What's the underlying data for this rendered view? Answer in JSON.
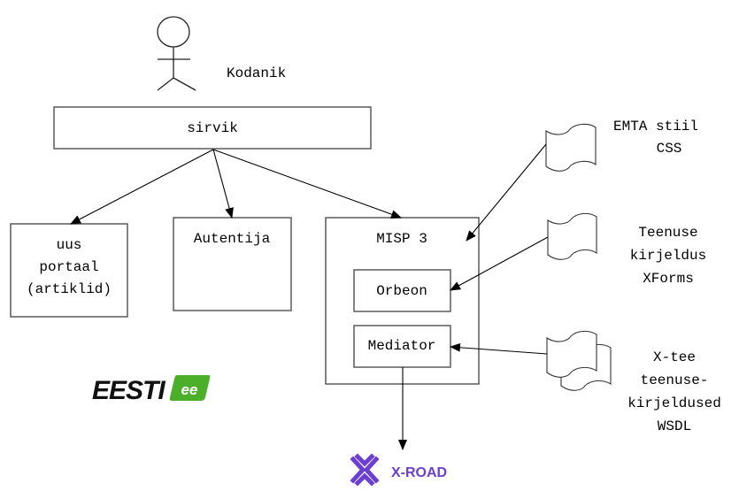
{
  "actor": {
    "label": "Kodanik"
  },
  "nodes": {
    "browser": {
      "label": "sirvik"
    },
    "portal": {
      "lines": [
        "uus",
        "portaal",
        "(artiklid)"
      ]
    },
    "authenticator": {
      "label": "Autentija"
    },
    "misp": {
      "label": "MISP 3"
    },
    "orbeon": {
      "label": "Orbeon"
    },
    "mediator": {
      "label": "Mediator"
    }
  },
  "documents": {
    "css": {
      "lines": [
        "EMTA stiil",
        "CSS"
      ]
    },
    "xforms": {
      "lines": [
        "Teenuse",
        "kirjeldus",
        "XForms"
      ]
    },
    "wsdl": {
      "lines": [
        "X-tee",
        "teenuse-",
        "kirjeldused",
        "WSDL"
      ]
    }
  },
  "logos": {
    "eesti": {
      "text": "EESTI",
      "badge": "ee",
      "color": "#4caf29"
    },
    "xroad": {
      "text": "X-ROAD",
      "color": "#6a3fd1"
    }
  },
  "edges": [
    {
      "from": "sirvik",
      "to": "uus portaal"
    },
    {
      "from": "sirvik",
      "to": "Autentija"
    },
    {
      "from": "sirvik",
      "to": "MISP 3"
    },
    {
      "from": "EMTA stiil CSS",
      "to": "MISP 3"
    },
    {
      "from": "Teenuse kirjeldus XForms",
      "to": "Orbeon"
    },
    {
      "from": "X-tee teenusekirjeldused WSDL",
      "to": "Mediator"
    },
    {
      "from": "Mediator",
      "to": "X-ROAD"
    }
  ]
}
